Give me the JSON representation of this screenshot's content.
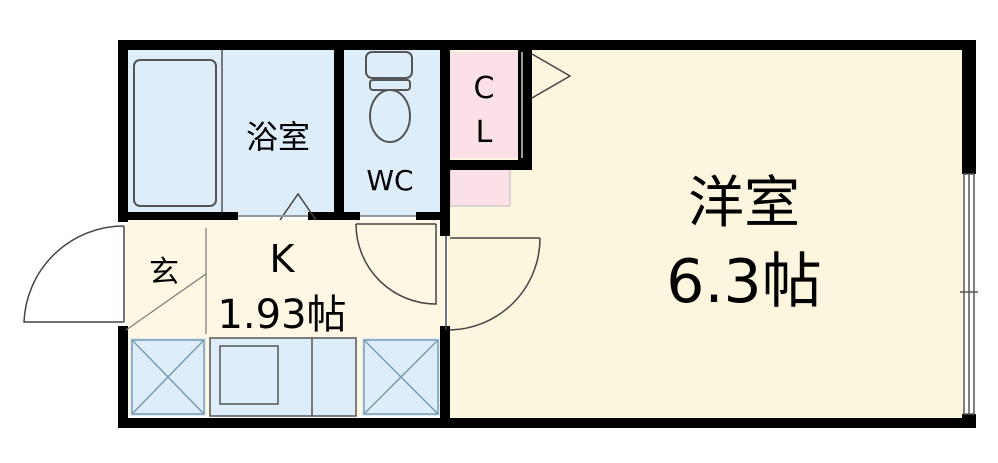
{
  "rooms": {
    "western": {
      "name": "洋室",
      "size": "6.3帖"
    },
    "kitchen": {
      "name": "K",
      "size": "1.93帖"
    },
    "bath": {
      "name": "浴室"
    },
    "wc": {
      "name": "WC"
    },
    "closet": {
      "line1": "C",
      "line2": "L"
    },
    "entrance": {
      "name": "玄"
    }
  },
  "colors": {
    "wall": "#000000",
    "western_floor": "#FBF6DD",
    "kitchen_floor": "#FDF7E3",
    "wet_area": "#DDEEFA",
    "closet": "#FCE0E8",
    "fixture_line": "#555555"
  }
}
